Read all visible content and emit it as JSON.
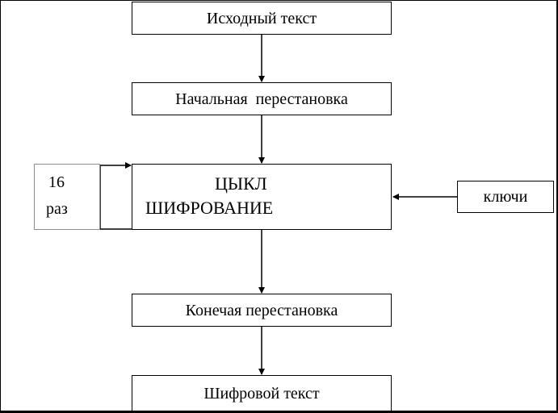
{
  "diagram": {
    "source_text": "Исходный текст",
    "initial_permutation": "Начальная  перестановка",
    "loop": {
      "line1": "ЦЫКЛ",
      "line2": "ШИФРОВАНИЕ"
    },
    "counter": {
      "line1": "16",
      "line2": "раз"
    },
    "keys": "ключи",
    "final_permutation": "Конечая перестановка",
    "cipher_text": "Шифровой текст"
  }
}
